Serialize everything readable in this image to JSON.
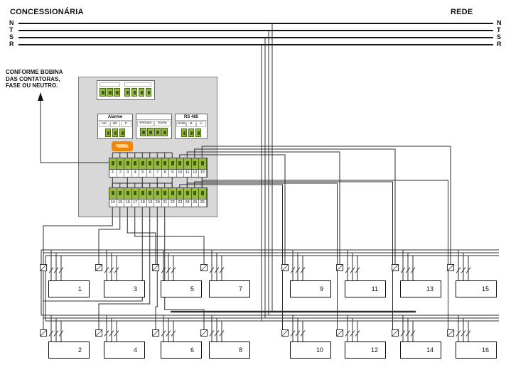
{
  "header": {
    "left_title": "CONCESSIONÁRIA",
    "right_title": "REDE"
  },
  "buses": [
    {
      "label": "N"
    },
    {
      "label": "T"
    },
    {
      "label": "S"
    },
    {
      "label": "R"
    }
  ],
  "note": {
    "lines": [
      "CONFORME BOBINA",
      "DAS CONTATORAS,",
      "FASE OU NEUTRO."
    ]
  },
  "controller": {
    "alarm": {
      "title": "Alarme",
      "terminals": [
        "NA",
        "NF",
        "C"
      ]
    },
    "io": {
      "labels": [
        "Entrada",
        "Saída"
      ]
    },
    "rs485": {
      "title": "RS 485",
      "terminals": [
        "GND",
        "B",
        "A"
      ]
    },
    "strip_top_numbers": [
      "1",
      "2",
      "3",
      "4",
      "5",
      "6",
      "7",
      "8",
      "9",
      "10",
      "11",
      "12",
      "13"
    ],
    "strip_bottom_numbers": [
      "14",
      "15",
      "16",
      "17",
      "18",
      "19",
      "20",
      "21",
      "22",
      "23",
      "24",
      "25",
      "26"
    ]
  },
  "loads": {
    "row1": [
      "1",
      "3",
      "5",
      "7",
      "9",
      "11",
      "13",
      "15"
    ],
    "row2": [
      "2",
      "4",
      "6",
      "8",
      "10",
      "12",
      "14",
      "16"
    ]
  },
  "colors": {
    "wire": "#2e2e2e",
    "bus": "#151515",
    "terminal_green": "#96ba3c",
    "terminal_green_dark": "#3f5a15",
    "device_gray": "#d8d8d8",
    "logo_orange": "#f1860b"
  }
}
